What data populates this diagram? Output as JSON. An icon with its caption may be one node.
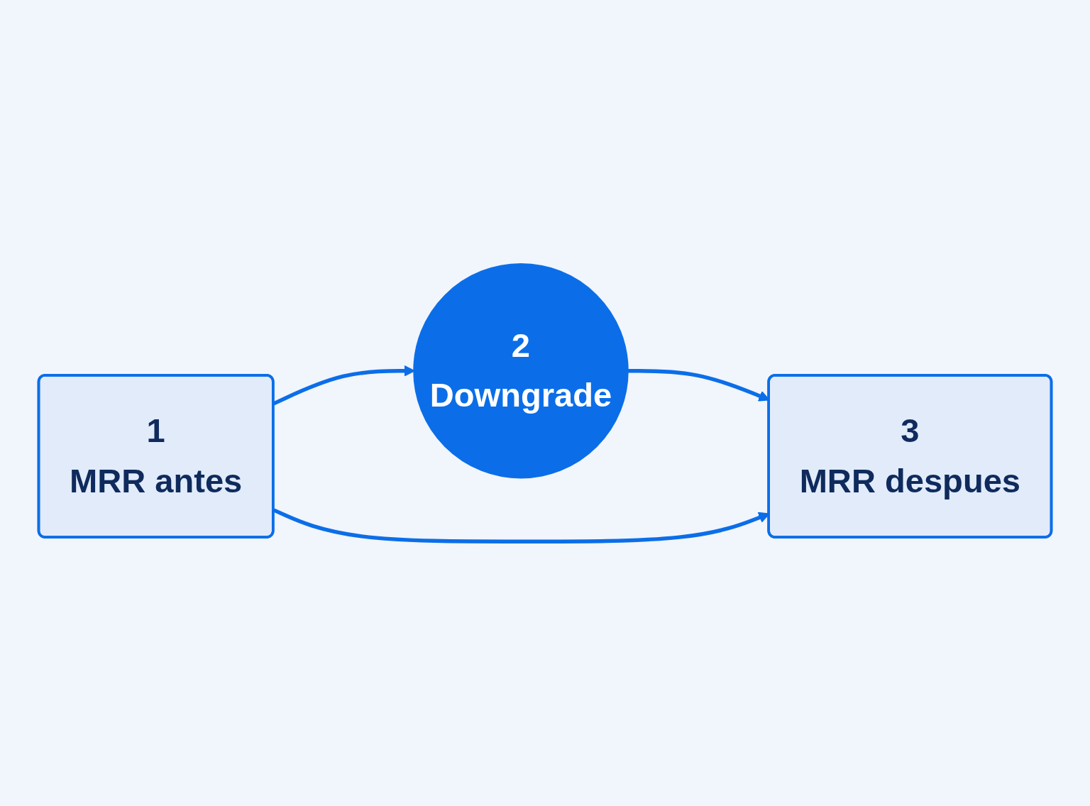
{
  "diagram": {
    "nodes": [
      {
        "text": [
          "1",
          "MRR antes"
        ]
      },
      {
        "text": [
          "2",
          "Downgrade"
        ]
      },
      {
        "text": [
          "3",
          "MRR despues"
        ]
      }
    ],
    "edges": [
      {
        "from": 0,
        "to": 1,
        "arrow": "to"
      },
      {
        "from": 1,
        "to": 2,
        "arrow": "to"
      },
      {
        "from": 0,
        "to": 2,
        "arrow": "to"
      }
    ]
  }
}
